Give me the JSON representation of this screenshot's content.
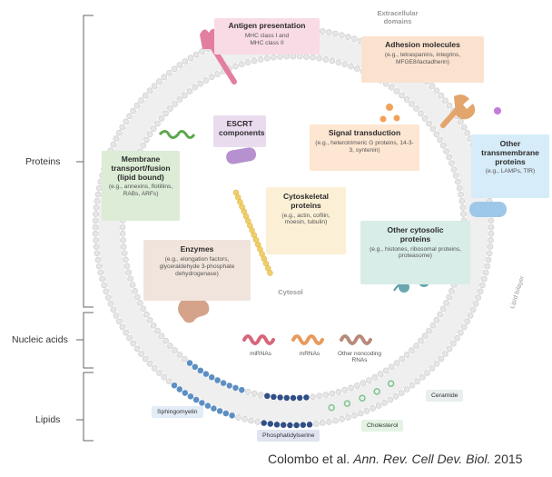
{
  "side_labels": {
    "proteins": "Proteins",
    "nucleic_acids": "Nucleic acids",
    "lipids": "Lipids"
  },
  "extracellular": {
    "line1": "Extracellular",
    "line2": "domains"
  },
  "cytosol": "Cytosol",
  "lipid_bilayer": "Lipid bilayer",
  "boxes": {
    "antigen": {
      "title": "Antigen presentation",
      "sub": "MHC class I and MHC class II",
      "color": "#f9dbe6"
    },
    "adhesion": {
      "title": "Adhesion molecules",
      "sub": "(e.g., tetraspanins, integrins, MFGE8/lactadherin)",
      "color": "#fbe2cf"
    },
    "escrt": {
      "title": "ESCRT components",
      "color": "#eadcef"
    },
    "signal": {
      "title": "Signal transduction",
      "sub": "(e.g., heterotrimeric G proteins, 14-3-3, syntenin)",
      "color": "#fde6d2"
    },
    "other_tm": {
      "title": "Other transmembrane proteins",
      "sub": "(e.g., LAMPs, TfR)",
      "color": "#d6ecf8"
    },
    "membrane": {
      "title": "Membrane transport/fusion (lipid bound)",
      "sub": "(e.g., annexins, flotillins, RABs, ARFs)",
      "color": "#dcecd6"
    },
    "cytoskeletal": {
      "title": "Cytoskeletal proteins",
      "sub": "(e.g., actin, cofilin, moesin, tubulin)",
      "color": "#fbf0d6"
    },
    "other_cyto": {
      "title": "Other cytosolic proteins",
      "sub": "(e.g., histones, ribosomal proteins, proteasome)",
      "color": "#d8ece8"
    },
    "enzymes": {
      "title": "Enzymes",
      "sub": "(e.g., elongation factors, glyceraldehyde 3-phosphate dehydrogenase)",
      "color": "#f1e4dc"
    }
  },
  "rna": {
    "mirna1": "miRNAs",
    "mirna2": "mRNAs",
    "other": "Other noncoding RNAs"
  },
  "lipids": {
    "sphingomyelin": "Sphingomyelin",
    "phosphatidylserine": "Phosphatidylserine",
    "cholesterol": "Cholesterol",
    "ceramide": "Ceramide"
  },
  "credit": {
    "authors": "Colombo et al. ",
    "journal": "Ann. Rev. Cell Dev. Biol.",
    "year": " 2015"
  },
  "colors": {
    "membrane": "#c9c9c9",
    "membrane_head": "#e6e6e6",
    "sphingomyelin": "#5b8fc5",
    "phosphatidylserine": "#2f4f86",
    "cholesterol": "#7cc48f",
    "bracket": "#666666"
  }
}
